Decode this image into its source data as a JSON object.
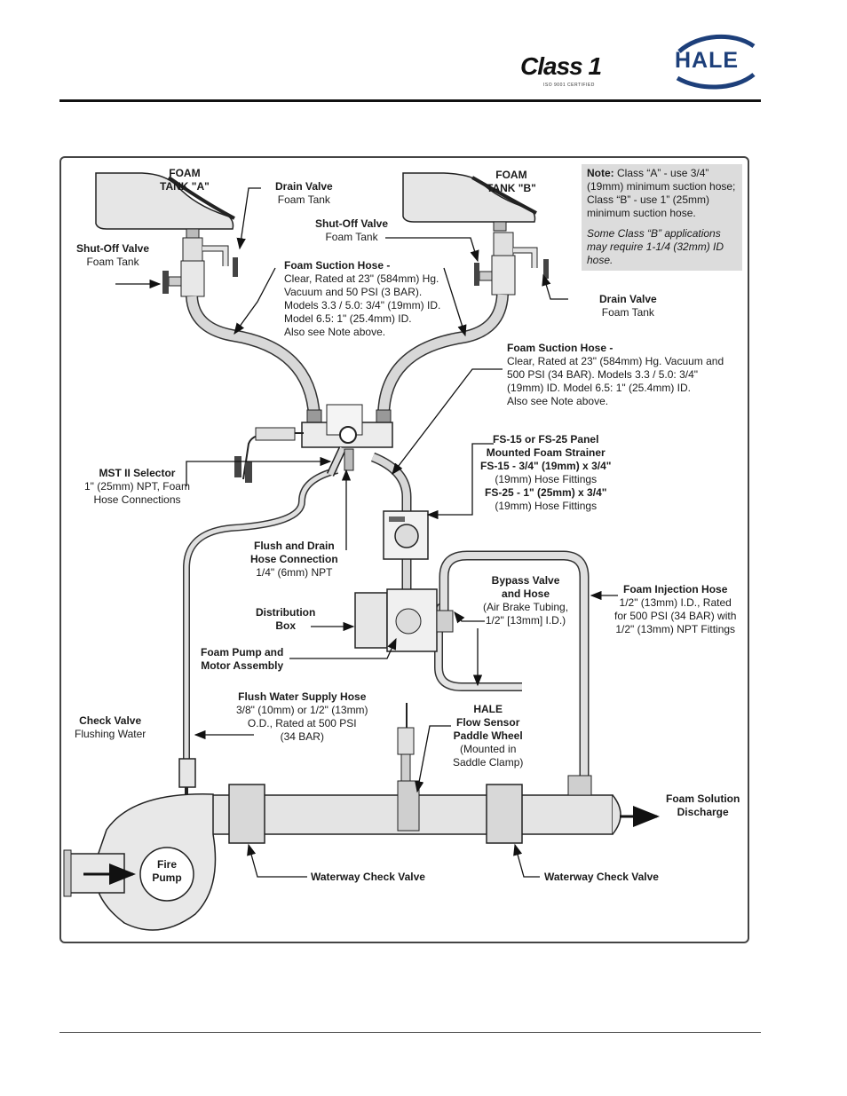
{
  "header": {
    "class1_logo": "Class 1",
    "class1_tagline": "ISO 9001 CERTIFIED",
    "hale_logo": "HALE"
  },
  "note": {
    "label": "Note:",
    "text": "Class “A” - use 3/4” (19mm) minimum suction hose; Class “B” - use 1” (25mm) minimum suction hose.",
    "italic": "Some Class “B” applications may require 1-1/4 (32mm) ID hose."
  },
  "labels": {
    "foam_tank_a": [
      "FOAM",
      "TANK \"A\""
    ],
    "foam_tank_b": [
      "FOAM",
      "TANK \"B\""
    ],
    "drain_valve_a": [
      "Drain Valve",
      "Foam Tank"
    ],
    "drain_valve_b": [
      "Drain Valve",
      "Foam Tank"
    ],
    "shutoff_valve_a": [
      "Shut-Off Valve",
      "Foam Tank"
    ],
    "shutoff_valve_b": [
      "Shut-Off Valve",
      "Foam Tank"
    ],
    "suction_hose_a": [
      "Foam Suction Hose -",
      "Clear, Rated at 23\" (584mm) Hg.",
      "Vacuum and 50 PSI (3 BAR).",
      "Models 3.3 / 5.0: 3/4\" (19mm) ID.",
      "Model 6.5: 1\" (25.4mm) ID.",
      "Also see Note above."
    ],
    "suction_hose_b": [
      "Foam Suction Hose -",
      "Clear, Rated at 23\" (584mm) Hg. Vacuum and",
      "500 PSI (34 BAR).   Models 3.3 / 5.0: 3/4\"",
      "(19mm) ID.   Model 6.5: 1\" (25.4mm) ID.",
      "Also see Note above."
    ],
    "strainer": [
      "FS-15 or FS-25 Panel",
      "Mounted Foam Strainer",
      "FS-15 - 3/4\" (19mm) x 3/4\"",
      "(19mm) Hose Fittings",
      "FS-25 - 1\" (25mm) x 3/4\"",
      "(19mm) Hose Fittings"
    ],
    "mst_selector": [
      "MST II Selector",
      "1\" (25mm) NPT, Foam",
      "Hose Connections"
    ],
    "flush_drain": [
      "Flush and Drain",
      "Hose Connection",
      "1/4\" (6mm) NPT"
    ],
    "distribution_box": [
      "Distribution",
      "Box"
    ],
    "foam_pump": [
      "Foam Pump and",
      "Motor Assembly"
    ],
    "bypass_valve": [
      "Bypass Valve",
      "and Hose",
      "(Air Brake Tubing,",
      "1/2\" [13mm] I.D.)"
    ],
    "injection_hose": [
      "Foam Injection Hose",
      "1/2\" (13mm) I.D., Rated",
      "for 500 PSI (34 BAR) with",
      "1/2\" (13mm) NPT Fittings"
    ],
    "flush_water": [
      "Flush Water Supply Hose",
      "3/8\" (10mm) or 1/2\" (13mm)",
      "O.D., Rated at 500 PSI",
      "(34 BAR)"
    ],
    "flow_sensor": [
      "HALE",
      "Flow Sensor",
      "Paddle Wheel",
      "(Mounted in",
      "Saddle Clamp)"
    ],
    "check_valve": [
      "Check Valve",
      "Flushing Water"
    ],
    "foam_discharge": [
      "Foam Solution",
      "Discharge"
    ],
    "fire_pump": [
      "Fire",
      "Pump"
    ],
    "waterway_check_left": "Waterway Check Valve",
    "waterway_check_right": "Waterway Check Valve"
  },
  "colors": {
    "hose_fill": "#d8d8d8",
    "hose_stroke": "#3a3a3a",
    "note_bg": "#dcdcdc",
    "hale_blue": "#1d3f7a",
    "class1_red": "#c0202a"
  }
}
